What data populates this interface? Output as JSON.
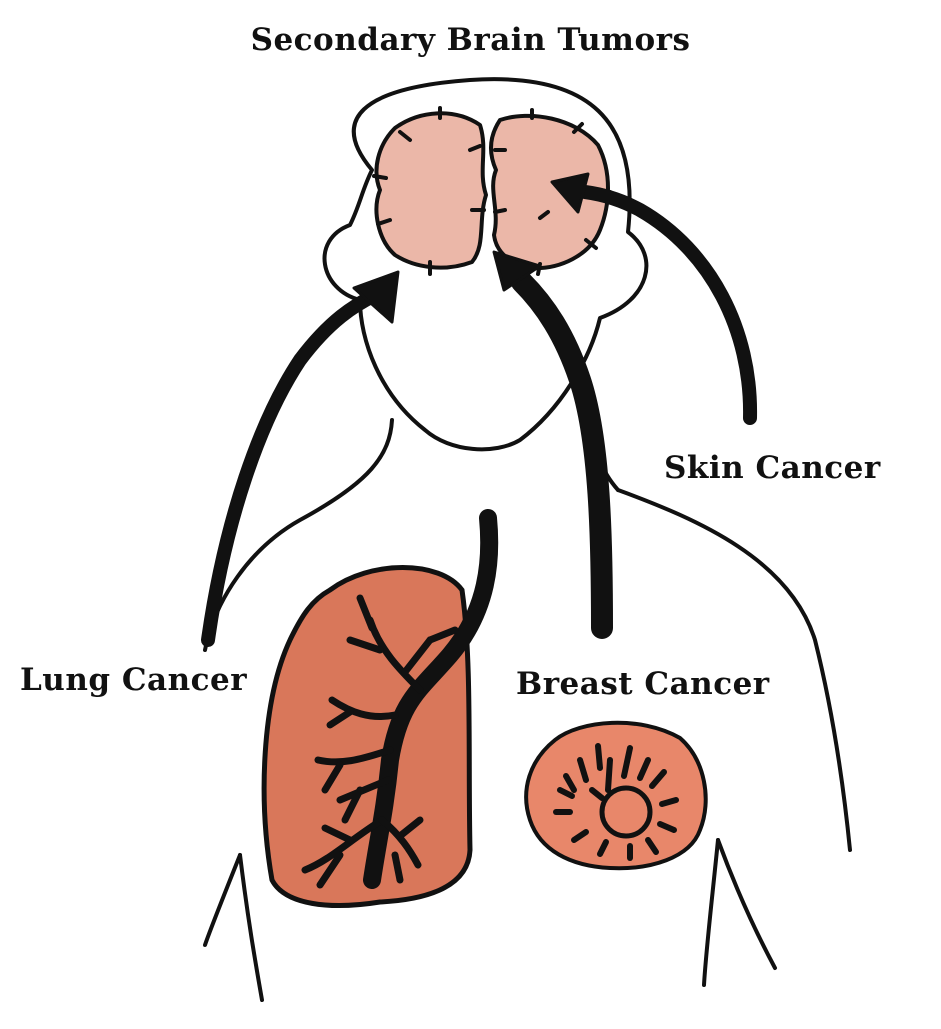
{
  "title": "Secondary Brain Tumors",
  "labels": {
    "skin": "Skin Cancer",
    "lung": "Lung Cancer",
    "breast": "Breast Cancer"
  },
  "colors": {
    "outline": "#111111",
    "brain_fill": "#ebb7a8",
    "lung_fill": "#d9775a",
    "tumor_fill": "#e8876a",
    "background": "#ffffff"
  }
}
